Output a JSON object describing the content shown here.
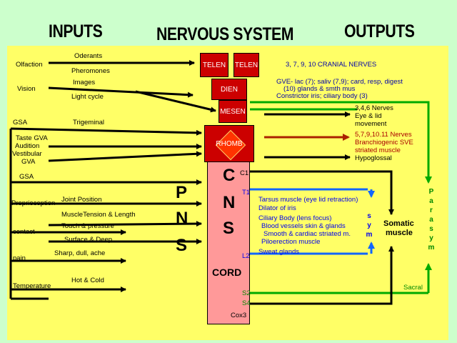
{
  "header": {
    "inputs": "INPUTS",
    "title": "NERVOUS SYSTEM",
    "outputs": "OUTPUTS"
  },
  "boxes": {
    "telen_left": "TELEN",
    "telen_right": "TELEN",
    "dien": "DIEN",
    "mesen": "MESEN",
    "rhomb": "RHOMB"
  },
  "cns": {
    "c": "C",
    "n": "N",
    "s": "S",
    "cord": "CORD"
  },
  "pns": {
    "p": "P",
    "n": "N",
    "s": "S"
  },
  "levels": {
    "c1": "C1",
    "t1": "T1",
    "l2": "L2",
    "s2": "S2",
    "s4": "S4",
    "cox3": "Cox3"
  },
  "inputs": {
    "olfaction": "Olfaction",
    "odorants": "Oderants",
    "pheromones": "Pheromones",
    "vision": "Vision",
    "images": "Images",
    "light_cycle": "Light cycle",
    "gsa": "GSA",
    "trigeminal": "Trigeminal",
    "taste": "Taste GVA",
    "audition": "Audition",
    "vestibular": "Vestibular",
    "gva": "GVA",
    "gsa2": "GSA",
    "proprioception": "Proprioception",
    "joint_position": "Joint Position",
    "muscle_tension": "MuscleTension & Length",
    "contact": "contact",
    "touch_pressure": "Touch & pressure",
    "surface_deep": "Surface & Deep",
    "pain": "pain",
    "sharp_dull": "Sharp, dull, ache",
    "temperature": "Temperature",
    "hot_cold": "Hot & Cold"
  },
  "outputs": {
    "cranial_nerves": "3, 7, 9, 10   CRANIAL NERVES",
    "gve1": "GVE-  lac (7); saliv (7,9); card, resp, digest",
    "gve2": "(10) glands & smth mus",
    "gve3": "Constrictor iris; ciliary body  (3)",
    "n346": "3,4,6 Nerves",
    "eye_lid": "Eye & lid",
    "movement": "movement",
    "n57910": "5,7,9,10.11 Nerves",
    "branchiogenic": "Branchiogenic SVE",
    "striated": "striated muscle",
    "hypoglossal": "Hypoglossal",
    "tarsus": "Tarsus muscle (eye lid retraction)",
    "dilator": "Dilator of  iris",
    "ciliary": "Ciliary Body (lens focus)",
    "blood_vessels": "Blood vessels skin & glands",
    "smooth_cardiac": "Smooth & cardiac striated m.",
    "piloerection": "Piloerection muscle",
    "sweat": "Sweat  glands",
    "somatic1": "Somatic",
    "somatic2": "muscle",
    "sacral": "Sacral",
    "sym": [
      "s",
      "y",
      "m"
    ],
    "parasym": [
      "P",
      "a",
      "r",
      "a",
      "s",
      "y",
      "m"
    ]
  },
  "colors": {
    "background": "#ccffcc",
    "panel": "#ffff66",
    "red_box": "#cc0000",
    "cord": "#ff9999",
    "green": "#00aa00",
    "blue": "#1166ff",
    "brown": "#aa2200"
  }
}
